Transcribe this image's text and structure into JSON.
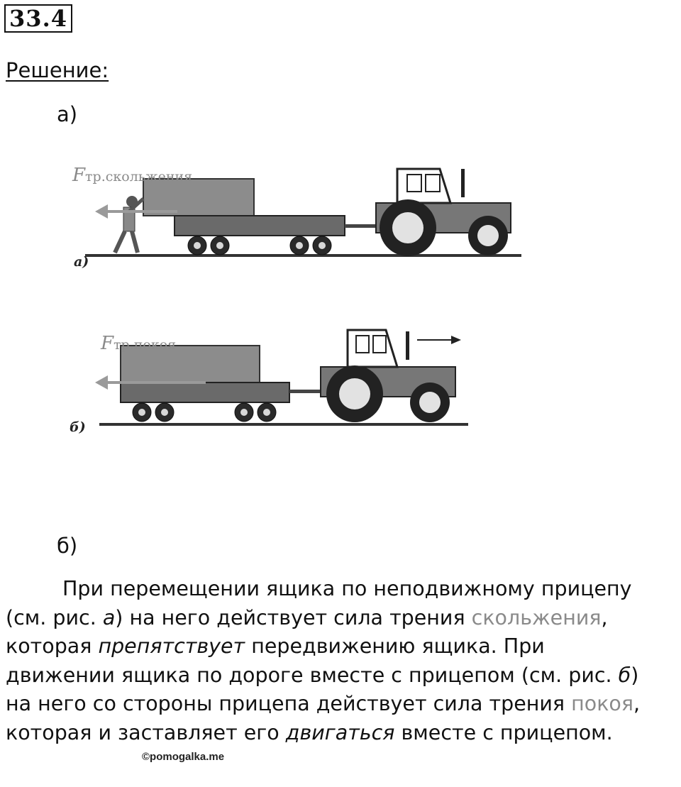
{
  "task": {
    "number": "33.4",
    "heading": "Решение:"
  },
  "parts": {
    "a": "а)",
    "b": "б)"
  },
  "figures": {
    "a": {
      "force_symbol": "F",
      "force_sub": "тр.скольжения",
      "letter": "а)"
    },
    "b": {
      "force_symbol": "F",
      "force_sub": "тр.покоя",
      "letter": "б)"
    }
  },
  "answer": {
    "l1": "При перемещении ящика по неподвижному прицепу",
    "l2_a": "(см. рис. ",
    "l2_b": "а",
    "l2_c": ") на него действует сила трения ",
    "l2_d": "скольжения",
    "l2_e": ",",
    "l3_a": "которая ",
    "l3_b": "препятствует",
    "l3_c": " передвижению ящика. При",
    "l4_a": "движении ящика по дороге вместе с прицепом (см. рис. ",
    "l4_b": "б",
    "l4_c": ")",
    "l5_a": "на него со стороны прицепа действует сила трения ",
    "l5_b": "покоя",
    "l5_c": ",",
    "l6_a": "которая и заставляет его ",
    "l6_b": "двигаться",
    "l6_c": " вместе с прицепом."
  },
  "watermark": "©pomogalka.me",
  "colors": {
    "text": "#111111",
    "highlight": "#8a8a8a",
    "vehicle": "#707070"
  }
}
